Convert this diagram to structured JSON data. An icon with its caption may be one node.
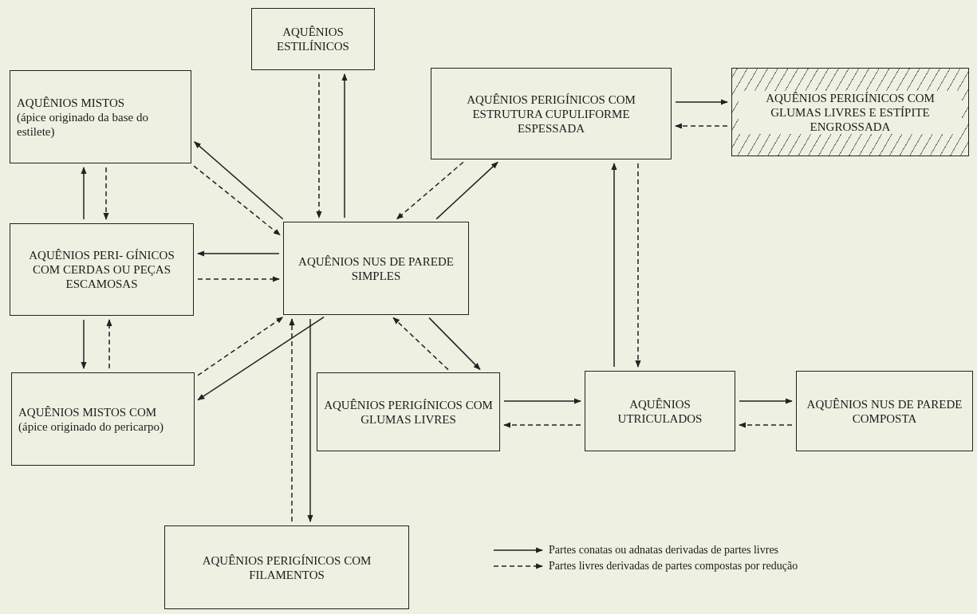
{
  "diagram": {
    "nodes": [
      {
        "text": [
          "AQUÊNIOS ESTILÍNICOS"
        ]
      },
      {
        "text": [
          "AQUÊNIOS MISTOS",
          "(ápice originado da base do estilete)"
        ]
      },
      {
        "text": [
          "AQUÊNIOS PERIGÍNICOS COM ESTRUTURA CUPULIFORME ESPESSADA"
        ]
      },
      {
        "text": [
          "AQUÊNIOS PERIGÍNICOS COM GLUMAS LIVRES E ESTÍPITE ENGROSSADA"
        ]
      },
      {
        "text": [
          "AQUÊNIOS PERI- GÍNICOS COM CERDAS OU PEÇAS ESCAMOSAS"
        ]
      },
      {
        "text": [
          "AQUÊNIOS NUS DE PAREDE SIMPLES"
        ]
      },
      {
        "text": [
          "AQUÊNIOS MISTOS COM",
          "(ápice originado do pericarpo)"
        ]
      },
      {
        "text": [
          "AQUÊNIOS PERIGÍNICOS COM GLUMAS LIVRES"
        ]
      },
      {
        "text": [
          "AQUÊNIOS UTRICULADOS"
        ]
      },
      {
        "text": [
          "AQUÊNIOS NUS DE PAREDE COMPOSTA"
        ]
      },
      {
        "text": [
          "AQUÊNIOS PERIGÍNICOS COM FILAMENTOS"
        ]
      }
    ],
    "edges": [
      {
        "from": 5,
        "to": 0,
        "arrow": "to"
      },
      {
        "from": 0,
        "to": 5,
        "arrow": "to",
        "style": "dashed"
      },
      {
        "from": 5,
        "to": 1,
        "arrow": "to"
      },
      {
        "from": 1,
        "to": 5,
        "arrow": "to",
        "style": "dashed"
      },
      {
        "from": 5,
        "to": 2,
        "arrow": "to"
      },
      {
        "from": 2,
        "to": 5,
        "arrow": "to",
        "style": "dashed"
      },
      {
        "from": 2,
        "to": 3,
        "arrow": "to"
      },
      {
        "from": 3,
        "to": 2,
        "arrow": "to",
        "style": "dashed"
      },
      {
        "from": 8,
        "to": 2,
        "arrow": "to"
      },
      {
        "from": 2,
        "to": 8,
        "arrow": "to",
        "style": "dashed"
      },
      {
        "from": 4,
        "to": 1,
        "arrow": "to"
      },
      {
        "from": 1,
        "to": 4,
        "arrow": "to",
        "style": "dashed"
      },
      {
        "from": 5,
        "to": 4,
        "arrow": "to"
      },
      {
        "from": 4,
        "to": 5,
        "arrow": "to",
        "style": "dashed"
      },
      {
        "from": 4,
        "to": 6,
        "arrow": "to"
      },
      {
        "from": 6,
        "to": 4,
        "arrow": "to",
        "style": "dashed"
      },
      {
        "from": 6,
        "to": 5,
        "arrow": "to",
        "style": "dashed"
      },
      {
        "from": 5,
        "to": 6,
        "arrow": "to"
      },
      {
        "from": 10,
        "to": 5,
        "arrow": "to",
        "style": "dashed"
      },
      {
        "from": 5,
        "to": 10,
        "arrow": "to"
      },
      {
        "from": 7,
        "to": 5,
        "arrow": "to",
        "style": "dashed"
      },
      {
        "from": 5,
        "to": 7,
        "arrow": "to"
      },
      {
        "from": 7,
        "to": 8,
        "arrow": "to"
      },
      {
        "from": 8,
        "to": 7,
        "arrow": "to",
        "style": "dashed"
      },
      {
        "from": 8,
        "to": 9,
        "arrow": "to"
      },
      {
        "from": 9,
        "to": 8,
        "arrow": "to",
        "style": "dashed"
      }
    ],
    "legend": [
      {
        "text": "Partes conatas ou adnatas derivadas de partes livres"
      },
      {
        "text": "Partes livres derivadas de partes compostas por redução"
      }
    ]
  }
}
